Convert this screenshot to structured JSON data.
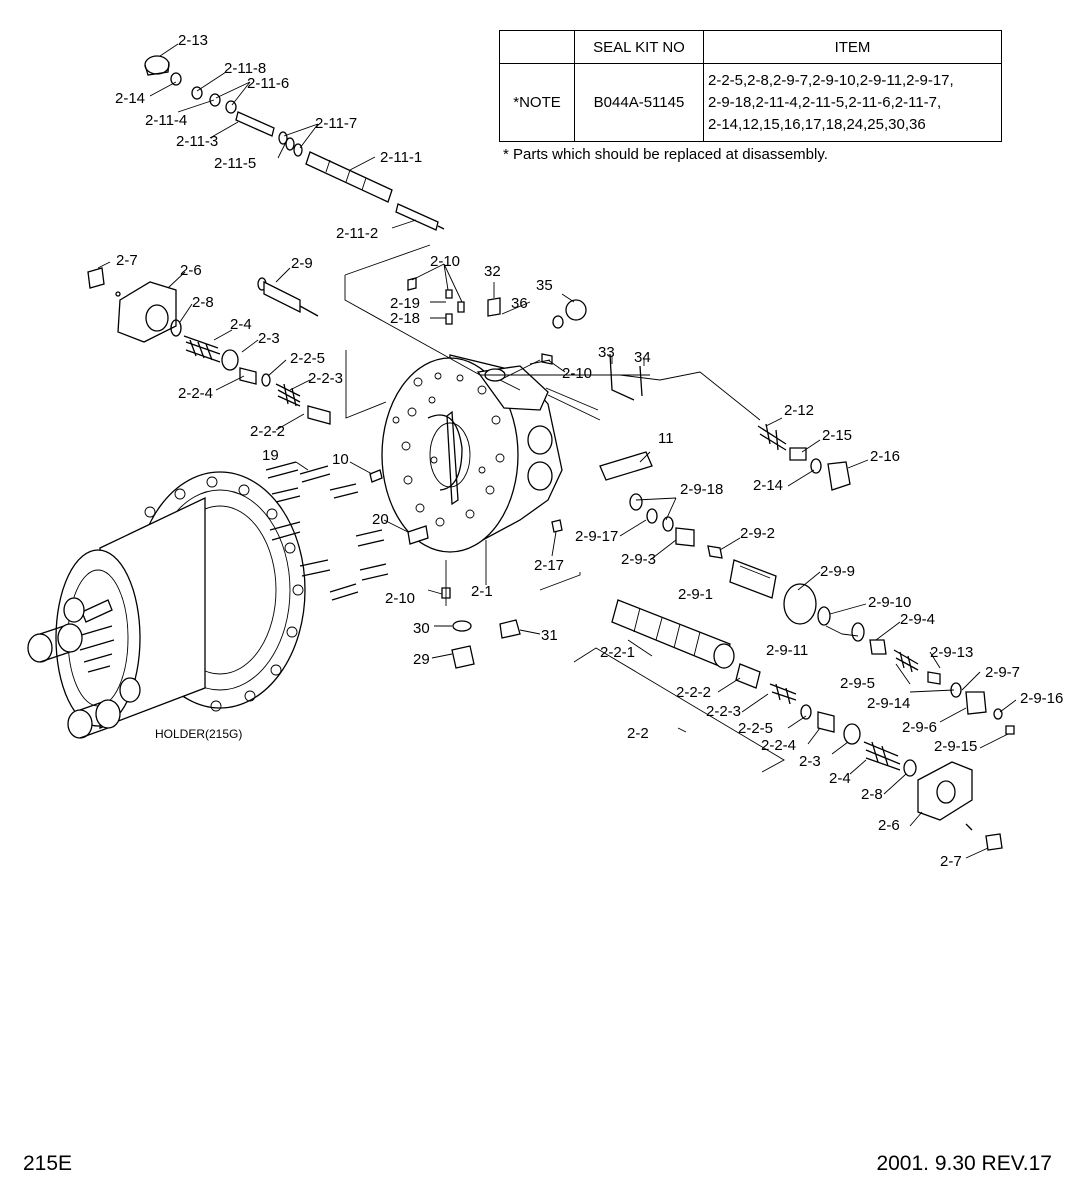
{
  "table": {
    "headers": [
      "",
      "SEAL KIT NO",
      "ITEM"
    ],
    "row": {
      "note": "*NOTE",
      "seal_kit_no": "B044A-51145",
      "items": [
        "2-2-5,2-8,2-9-7,2-9-10,2-9-11,2-9-17,",
        "2-9-18,2-11-4,2-11-5,2-11-6,2-11-7,",
        "2-14,12,15,16,17,18,24,25,30,36"
      ]
    }
  },
  "note": "* Parts which should be replaced at disassembly.",
  "holder_label": "HOLDER(215G)",
  "footer": {
    "model": "215E",
    "revision": "2001. 9.30 REV.17"
  },
  "callouts": {
    "c2_13": "2-13",
    "c2_14a": "2-14",
    "c2_11_8": "2-11-8",
    "c2_11_6": "2-11-6",
    "c2_11_4": "2-11-4",
    "c2_11_3": "2-11-3",
    "c2_11_7": "2-11-7",
    "c2_11_5": "2-11-5",
    "c2_11_1": "2-11-1",
    "c2_11_2": "2-11-2",
    "c2_7a": "2-7",
    "c2_6a": "2-6",
    "c2_8a": "2-8",
    "c2_4a": "2-4",
    "c2_3a": "2-3",
    "c2_9": "2-9",
    "c2_2_5a": "2-2-5",
    "c2_2_4a": "2-2-4",
    "c2_2_3a": "2-2-3",
    "c2_2_2a": "2-2-2",
    "c2_10a": "2-10",
    "c2_19": "2-19",
    "c2_18": "2-18",
    "c32": "32",
    "c36": "36",
    "c35": "35",
    "c33": "33",
    "c34": "34",
    "c2_10b": "2-10",
    "c19": "19",
    "c10": "10",
    "c20": "20",
    "c2_10c": "2-10",
    "c2_1": "2-1",
    "c30": "30",
    "c29": "29",
    "c31": "31",
    "c2_17": "2-17",
    "c2_12": "2-12",
    "c2_15": "2-15",
    "c2_16": "2-16",
    "c2_14b": "2-14",
    "c11": "11",
    "c2_9_18": "2-9-18",
    "c2_9_17": "2-9-17",
    "c2_9_3": "2-9-3",
    "c2_9_2": "2-9-2",
    "c2_9_9": "2-9-9",
    "c2_9_1": "2-9-1",
    "c2_9_10": "2-9-10",
    "c2_9_4": "2-9-4",
    "c2_9_11": "2-9-11",
    "c2_9_13": "2-9-13",
    "c2_9_5": "2-9-5",
    "c2_9_7": "2-9-7",
    "c2_9_14": "2-9-14",
    "c2_9_16": "2-9-16",
    "c2_9_6": "2-9-6",
    "c2_9_15": "2-9-15",
    "c2_2_1": "2-2-1",
    "c2_2_2b": "2-2-2",
    "c2_2_3b": "2-2-3",
    "c2_2_5b": "2-2-5",
    "c2_2_4b": "2-2-4",
    "c2_2": "2-2",
    "c2_3b": "2-3",
    "c2_4b": "2-4",
    "c2_8b": "2-8",
    "c2_6b": "2-6",
    "c2_7b": "2-7"
  }
}
